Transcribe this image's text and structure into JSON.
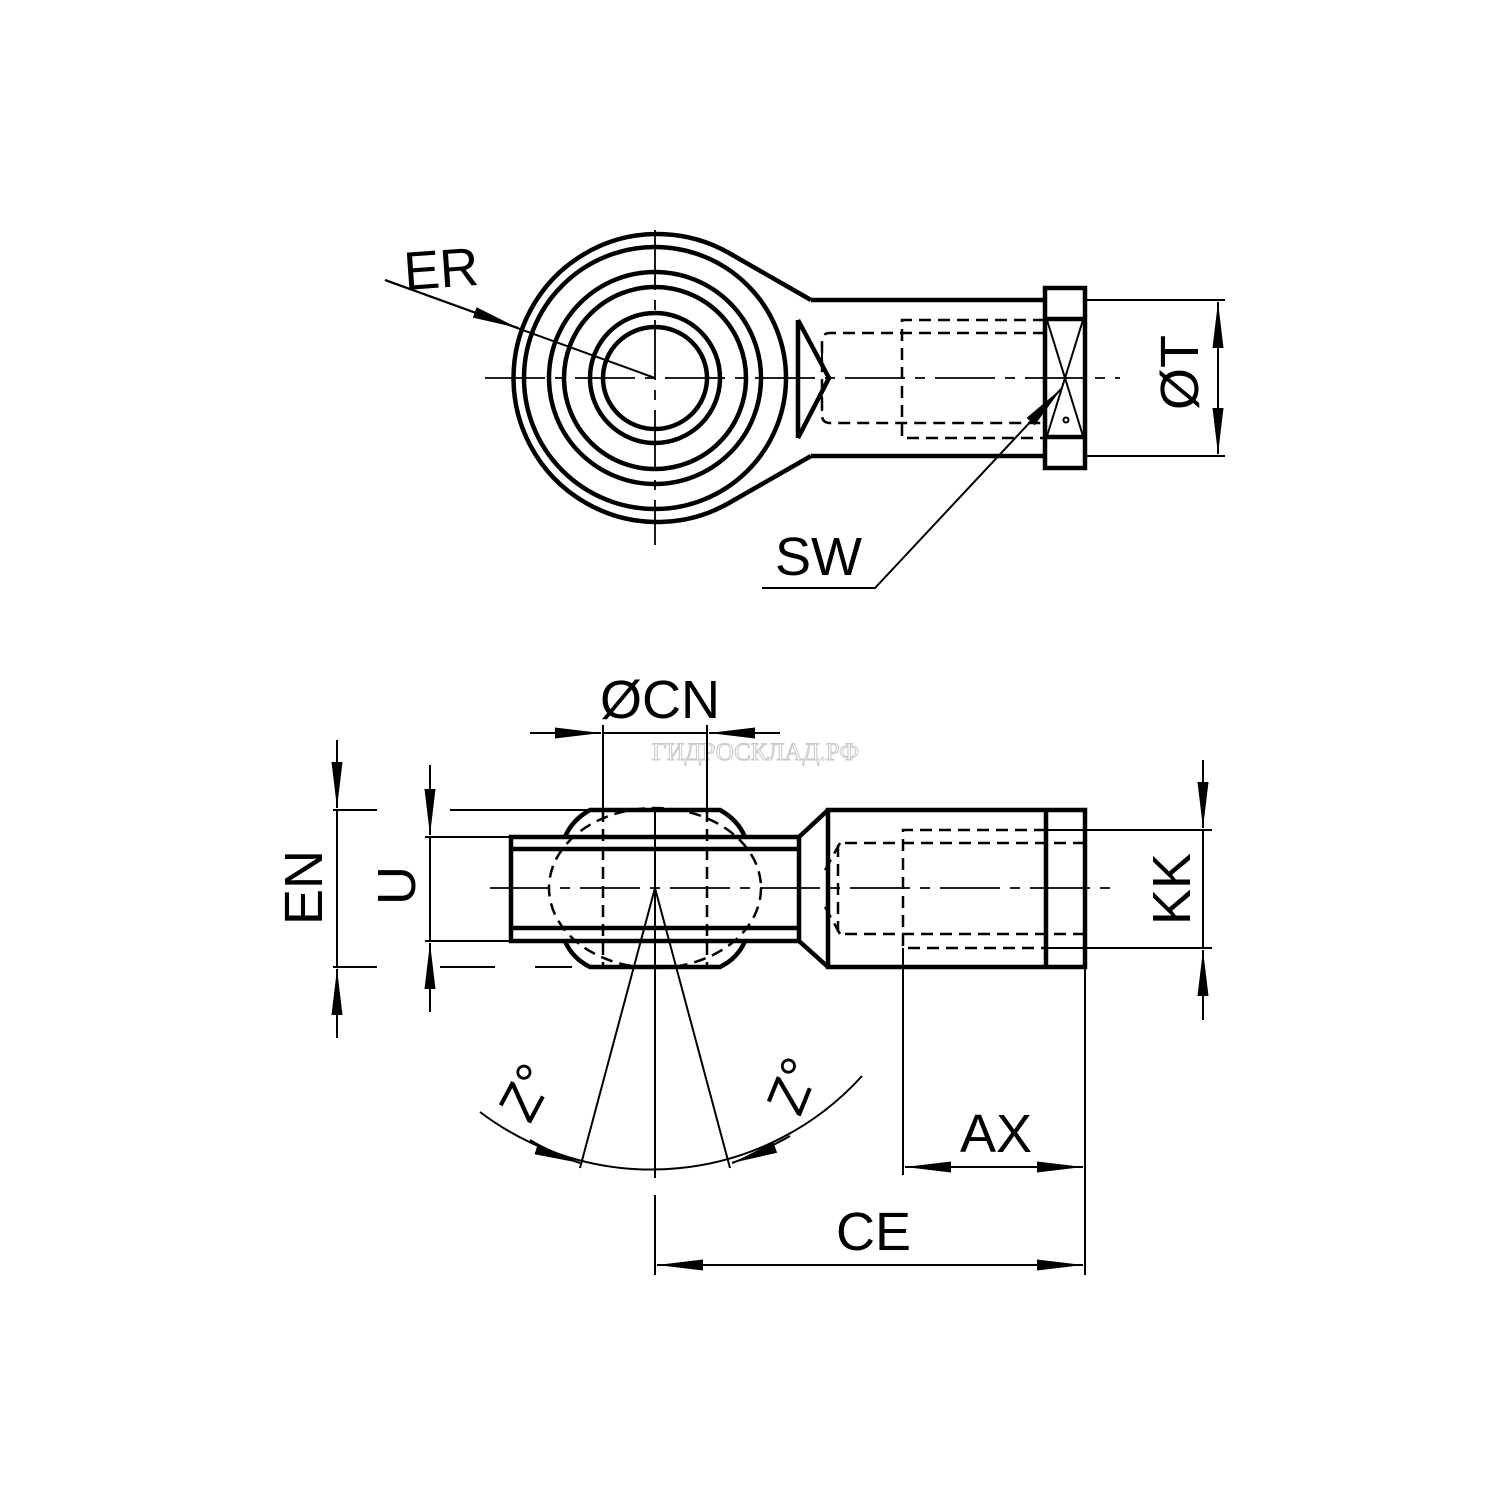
{
  "labels": {
    "er": "ER",
    "sw": "SW",
    "t": "ØT",
    "cn": "ØCN",
    "en": "EN",
    "u": "U",
    "kk": "KK",
    "z_left": "Z°",
    "z_right": "Z°",
    "ax": "AX",
    "ce": "CE"
  },
  "watermark": "ГИДРОСКЛАД.РФ"
}
